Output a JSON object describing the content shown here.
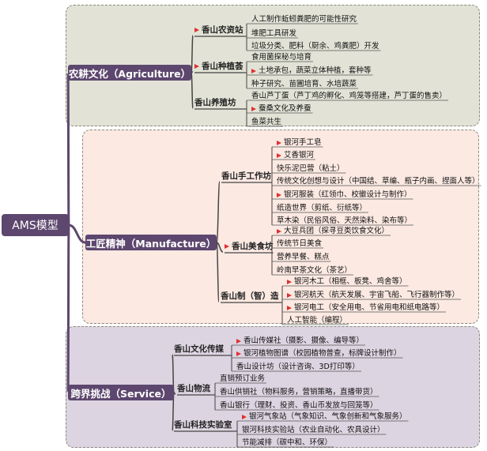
{
  "root": "AMS模型",
  "branches": [
    {
      "title": "农耕文化（Agriculture）",
      "groups": [
        {
          "title": "香山农资站",
          "flag": true,
          "items": [
            {
              "text": "人工制作蚯蚓粪肥的可能性研究",
              "flag": false
            },
            {
              "text": "堆肥工具研发",
              "flag": false
            },
            {
              "text": "垃圾分类、肥料（厨余、鸡粪肥）开发",
              "flag": false
            }
          ]
        },
        {
          "title": "香山种植荟",
          "flag": true,
          "items": [
            {
              "text": "食用菌探秘与培育",
              "flag": false
            },
            {
              "text": "土地承包，蔬菜立体种植，套种等",
              "flag": true
            },
            {
              "text": "种子研究、苗圃培育、水培蔬菜",
              "flag": false
            }
          ]
        },
        {
          "title": "香山养殖坊",
          "flag": false,
          "items": [
            {
              "text": "香山芦丁蛋（芦丁鸡的孵化、鸡笼等搭建，芦丁蛋的售卖）",
              "flag": false
            },
            {
              "text": "蚕桑文化及养蚕",
              "flag": true
            },
            {
              "text": "鱼菜共生",
              "flag": false
            }
          ]
        }
      ]
    },
    {
      "title": "工匠精神（Manufacture）",
      "groups": [
        {
          "title": "香山手工作坊",
          "flag": false,
          "items": [
            {
              "text": "银河手工皂",
              "flag": true
            },
            {
              "text": "艾香银河",
              "flag": true
            },
            {
              "text": "快乐泥巴营（粘土）",
              "flag": false
            },
            {
              "text": "传统文化创想与设计（中国结、草编、瓶子内画、捏面人等）",
              "flag": false
            },
            {
              "text": "银河服装（红领巾、校徽设计与制作）",
              "flag": true
            },
            {
              "text": "纸造世界（剪纸、衍纸等）",
              "flag": false
            },
            {
              "text": "草木染（民俗风俗、天然染料、染布等）",
              "flag": false
            }
          ]
        },
        {
          "title": "香山美食坊",
          "flag": true,
          "items": [
            {
              "text": "大豆兵团（探寻豆类饮食文化）",
              "flag": true
            },
            {
              "text": "传统节日美食",
              "flag": false
            },
            {
              "text": "营养早餐、糕点",
              "flag": false
            },
            {
              "text": "岭南早茶文化（茶艺）",
              "flag": false
            }
          ]
        },
        {
          "title": "香山制（智）造",
          "flag": false,
          "items": [
            {
              "text": "银河木工（相框、板凳、鸡舍等）",
              "flag": true
            },
            {
              "text": "银河航天（航天发展、宇宙飞船、飞行器制作等）",
              "flag": true
            },
            {
              "text": "银河电工（安全用电、节省用电和纸电路等）",
              "flag": true
            },
            {
              "text": "人工智能（编程）",
              "flag": false
            }
          ]
        }
      ]
    },
    {
      "title": "跨界挑战（Service）",
      "groups": [
        {
          "title": "香山文化传媒",
          "flag": false,
          "items": [
            {
              "text": "香山传媒社（摄影、摄像、编导等）",
              "flag": true
            },
            {
              "text": "银河植物图谱（校园植物普查，标牌设计制作）",
              "flag": true
            },
            {
              "text": "香山设计坊（设计咨询、3D打印等）",
              "flag": false
            }
          ]
        },
        {
          "title": "香山物流",
          "flag": false,
          "items": [
            {
              "text": "直销预订业务",
              "flag": false
            },
            {
              "text": "香山供销社（物料服务，营销策略，直播带货）",
              "flag": false
            },
            {
              "text": "香山银行（理财、投资、香山币发放与回笼等）",
              "flag": false
            }
          ]
        },
        {
          "title": "香山科技实验室",
          "flag": false,
          "items": [
            {
              "text": "银河气象站（气象知识、气象创新和气象服务）",
              "flag": true
            },
            {
              "text": "银河科技实验站（农业自动化、农具设计）",
              "flag": false
            },
            {
              "text": "节能减排（碳中和、环保）",
              "flag": false
            }
          ]
        }
      ]
    }
  ]
}
